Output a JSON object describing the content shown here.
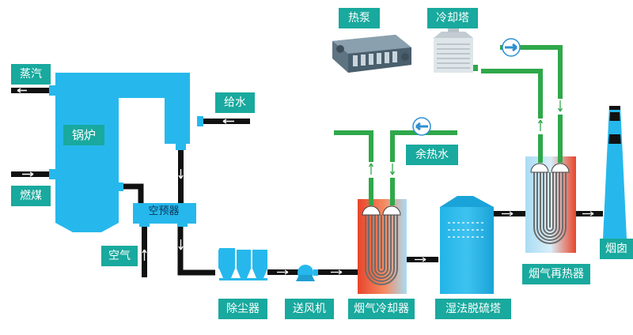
{
  "labels": {
    "steam": "蒸汽",
    "boiler": "锅炉",
    "coal": "燃煤",
    "feedwater": "给水",
    "air_preheater": "空预器",
    "air": "空气",
    "dust_collector": "除尘器",
    "blower": "送风机",
    "flue_gas_cooler": "烟气冷却器",
    "waste_heat_water": "余热水",
    "wet_fgd_tower": "湿法脱硫塔",
    "flue_gas_reheater": "烟气再热器",
    "chimney": "烟囱",
    "heat_pump": "热泵",
    "cooling_tower": "冷却塔"
  },
  "colors": {
    "equipment_blue": "#26b8ec",
    "label_teal": "#19a99e",
    "pipe_black": "#111111",
    "pipe_green": "#2fa84a",
    "hot_red": "#e8452a",
    "light_blue": "#b8e3f4"
  },
  "icons": {
    "flow_arrow": "arrow-right-icon",
    "pump": "pump-icon",
    "heat_pump_unit": "heat-pump-icon",
    "cooling_tower_unit": "cooling-tower-icon"
  }
}
